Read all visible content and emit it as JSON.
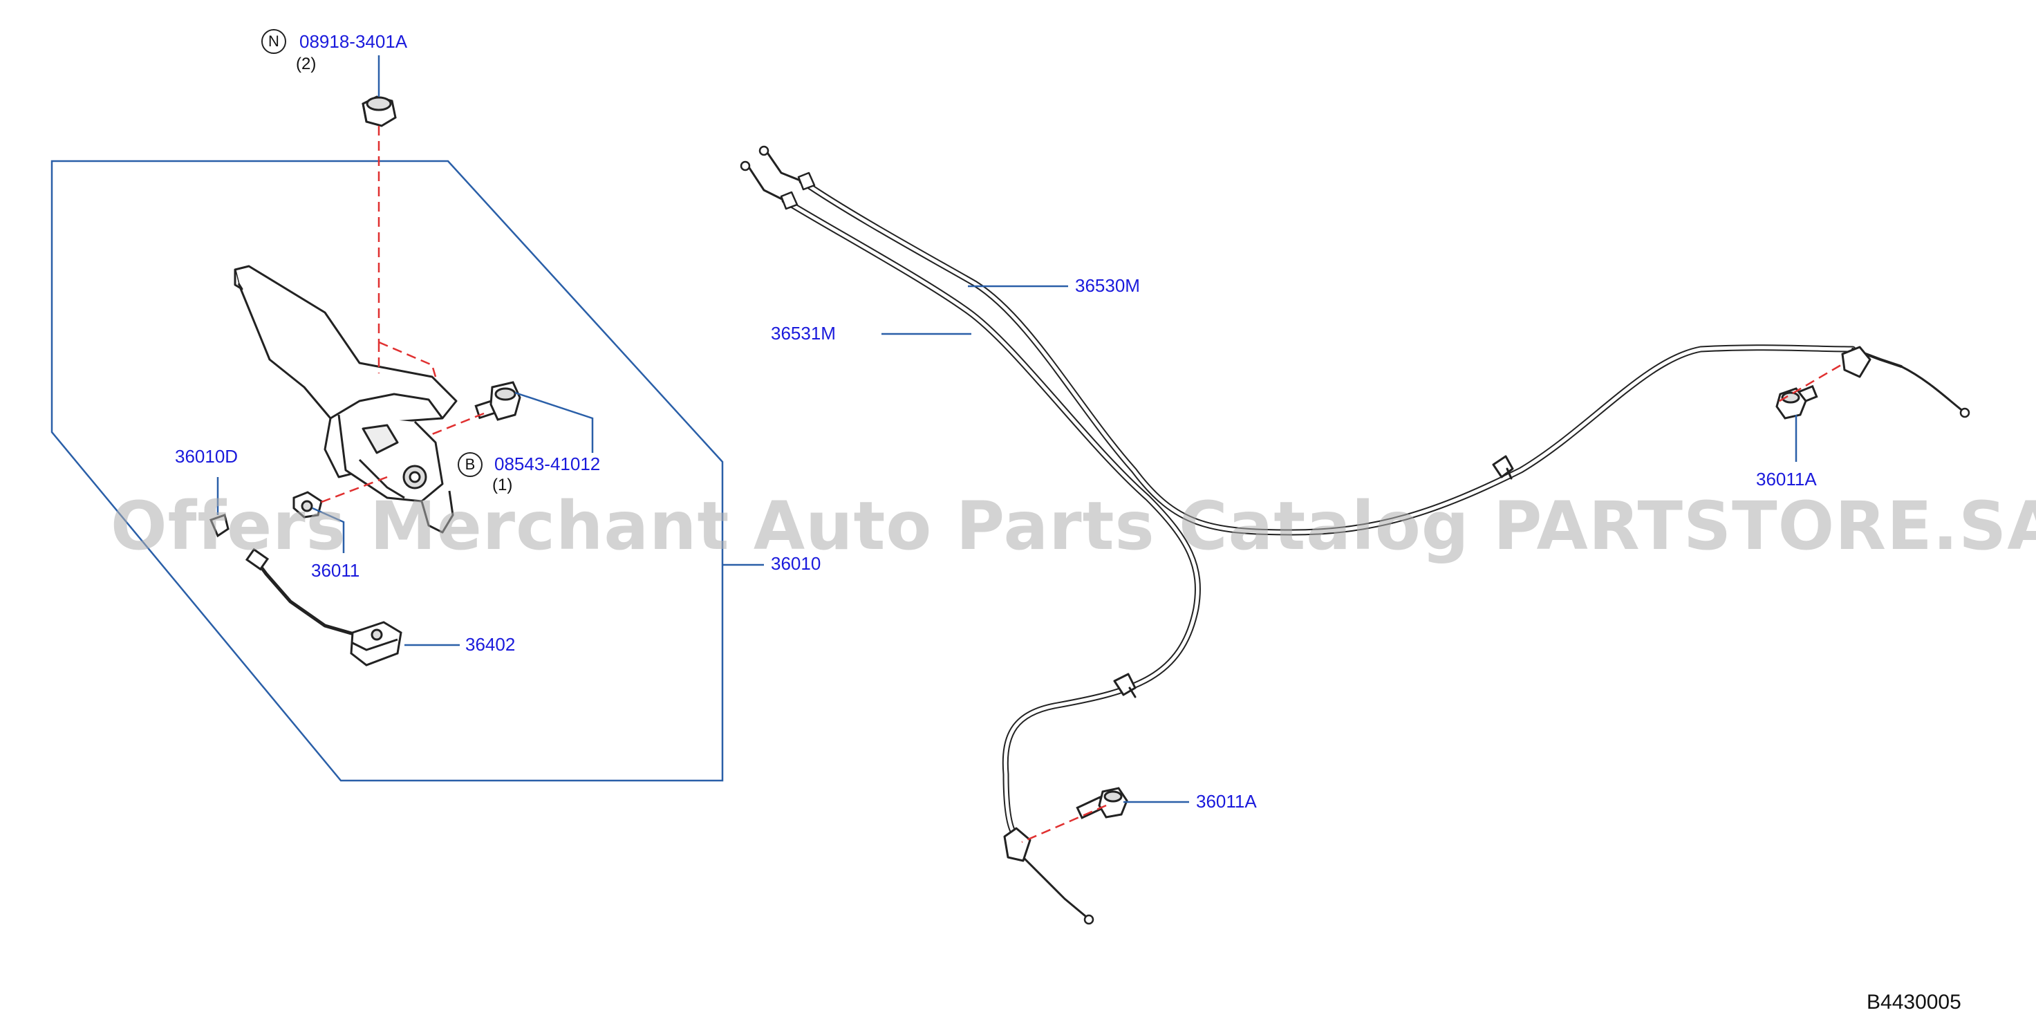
{
  "colors": {
    "callout_text": "#1a1adc",
    "leader_line": "#2a5fa8",
    "dashed_line": "#e03030",
    "part_stroke": "#222222",
    "watermark": "#afafaf"
  },
  "fastener_nut": {
    "badge": "N",
    "part_number": "08918-3401A",
    "quantity": "(2)"
  },
  "fastener_bolt": {
    "badge": "B",
    "part_number": "08543-41012",
    "quantity": "(1)"
  },
  "callouts": {
    "boot": "36010D",
    "pin": "36011",
    "lever_assembly": "36010",
    "switch": "36402",
    "cable_right": "36530M",
    "cable_left": "36531M",
    "bolt_right": "36011A",
    "bolt_left": "36011A"
  },
  "watermark": "Offers Merchant Auto Parts Catalog PARTSTORE.SA",
  "diagram_code": "B4430005"
}
